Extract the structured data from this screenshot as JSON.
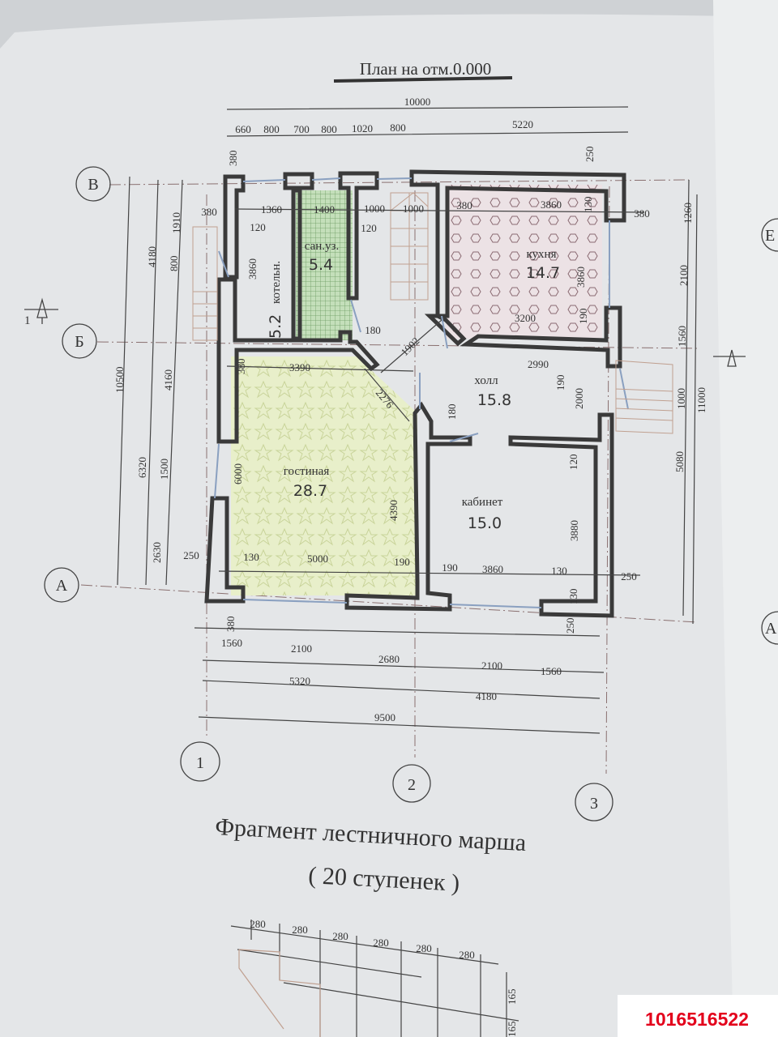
{
  "title": "План на отм.0.000",
  "rooms": {
    "boiler": {
      "name": "котельн.",
      "area": "5.2"
    },
    "bathroom": {
      "name": "сан.уз.",
      "area": "5.4"
    },
    "kitchen": {
      "name": "кухня",
      "area": "14.7"
    },
    "hall": {
      "name": "холл",
      "area": "15.8"
    },
    "living": {
      "name": "гостиная",
      "area": "28.7"
    },
    "study": {
      "name": "кабинет",
      "area": "15.0"
    }
  },
  "axes": {
    "v": "В",
    "b": "Б",
    "a": "А",
    "a_right": "А",
    "e_right": "Е",
    "n1": "1",
    "n2": "2",
    "n3": "3",
    "section": "1"
  },
  "dims": {
    "top_total": "10000",
    "top_right": "5220",
    "top_chain": [
      "660",
      "800",
      "700",
      "800",
      "1020",
      "800"
    ],
    "top_380": "380",
    "top_250": "250",
    "inner_row": [
      "380",
      "1360",
      "1400",
      "1000",
      "1000",
      "380",
      "3860",
      "380"
    ],
    "inner_120a": "120",
    "inner_120b": "120",
    "kitchen_130": "130",
    "left": [
      "1910",
      "4180",
      "800",
      "10500",
      "4160",
      "6320",
      "1500",
      "2630"
    ],
    "boiler_3860": "3860",
    "living_380": "380",
    "living_3390": "3390",
    "living_6000": "6000",
    "living_4390": "4390",
    "bottom_row": [
      "250",
      "130",
      "5000",
      "190",
      "190",
      "3860",
      "130",
      "250"
    ],
    "hall": [
      "1902",
      "2276",
      "180",
      "180",
      "3200",
      "190",
      "2990",
      "190",
      "2000",
      "3860"
    ],
    "right": [
      "1260",
      "2100",
      "1560",
      "1000",
      "11000",
      "5080"
    ],
    "study": [
      "120",
      "3880",
      "130",
      "250"
    ],
    "bottom_chain": [
      "380",
      "1560",
      "2100",
      "2680",
      "2100",
      "1560"
    ],
    "bottom_mid": [
      "5320",
      "4180"
    ],
    "bottom_total": "9500"
  },
  "stair": {
    "title": "Фрагмент лестничного марша",
    "subtitle": "( 20 ступенек )",
    "treads": [
      "280",
      "280",
      "280",
      "280",
      "280",
      "280"
    ],
    "risers": [
      "165",
      "165"
    ]
  },
  "listing_id": "1016516522",
  "colors": {
    "listing_id": "#e3001b",
    "bathroom_fill": "#b9d8b0",
    "kitchen_fill": "#e9dde0",
    "living_fill": "#e7edc4"
  }
}
